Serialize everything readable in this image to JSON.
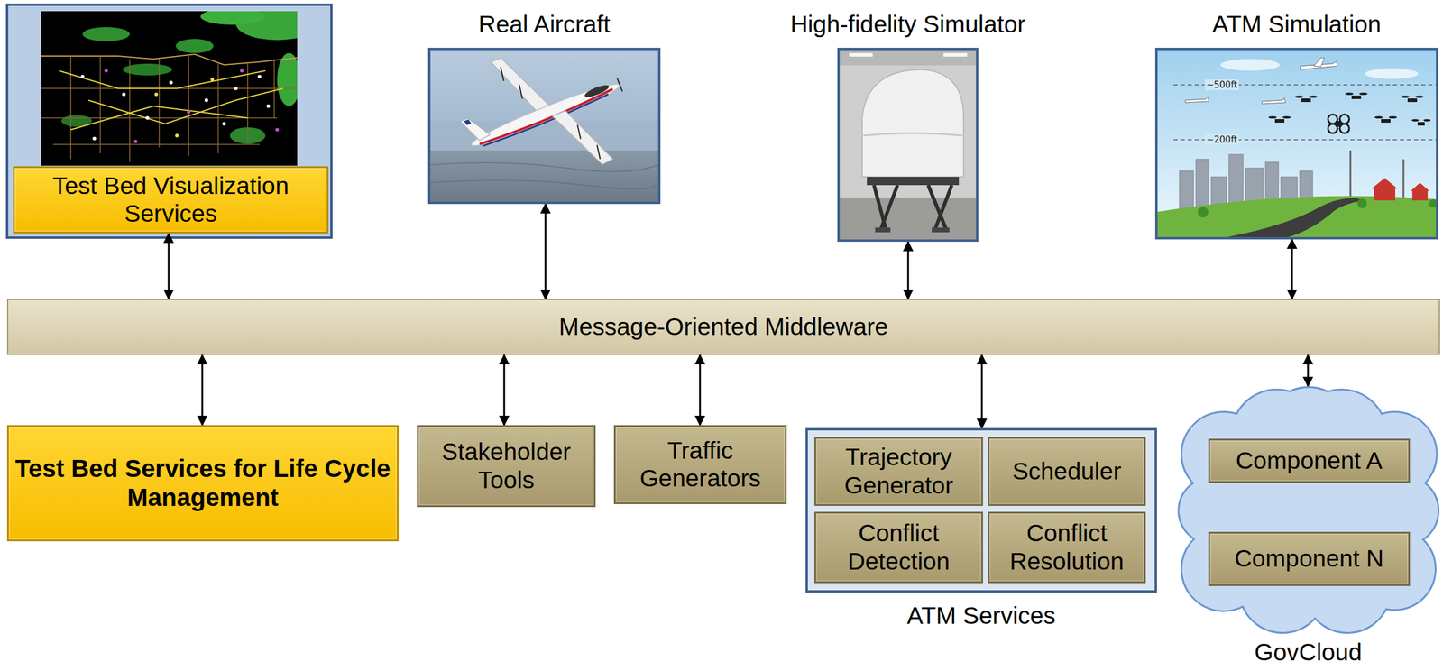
{
  "diagram": {
    "nodes": [
      {
        "text": [
          "Test Bed Visualization Services"
        ]
      },
      {
        "text": [
          "Real Aircraft"
        ]
      },
      {
        "text": [
          "High-fidelity Simulator"
        ]
      },
      {
        "text": [
          "ATM Simulation"
        ]
      },
      {
        "text": [
          "Message-Oriented Middleware"
        ]
      },
      {
        "text": [
          "Test Bed Services for Life Cycle Management"
        ]
      },
      {
        "text": [
          "Stakeholder Tools"
        ]
      },
      {
        "text": [
          "Traffic Generators"
        ]
      },
      {
        "text": [
          "ATM Services"
        ]
      },
      {
        "text": [
          "Trajectory Generator"
        ],
        "in": 8
      },
      {
        "text": [
          "Scheduler"
        ],
        "in": 8
      },
      {
        "text": [
          "Conflict Detection"
        ],
        "in": 8
      },
      {
        "text": [
          "Conflict Resolution"
        ],
        "in": 8
      },
      {
        "text": [
          "GovCloud"
        ]
      },
      {
        "text": [
          "Component A"
        ],
        "in": 13
      },
      {
        "text": [
          "Component N"
        ],
        "in": 13
      }
    ],
    "edges": [
      {
        "from": 0,
        "to": 4,
        "arrow": "both"
      },
      {
        "from": 1,
        "to": 4,
        "arrow": "both"
      },
      {
        "from": 2,
        "to": 4,
        "arrow": "both"
      },
      {
        "from": 3,
        "to": 4,
        "arrow": "both"
      },
      {
        "from": 4,
        "to": 5,
        "arrow": "both"
      },
      {
        "from": 4,
        "to": 6,
        "arrow": "both"
      },
      {
        "from": 4,
        "to": 7,
        "arrow": "both"
      },
      {
        "from": 4,
        "to": 8,
        "arrow": "both"
      },
      {
        "from": 4,
        "to": 13,
        "arrow": "both"
      },
      {
        "from": 14,
        "to": 15,
        "arrow": "none"
      }
    ],
    "labels": [
      "~500ft",
      "~200ft"
    ]
  }
}
